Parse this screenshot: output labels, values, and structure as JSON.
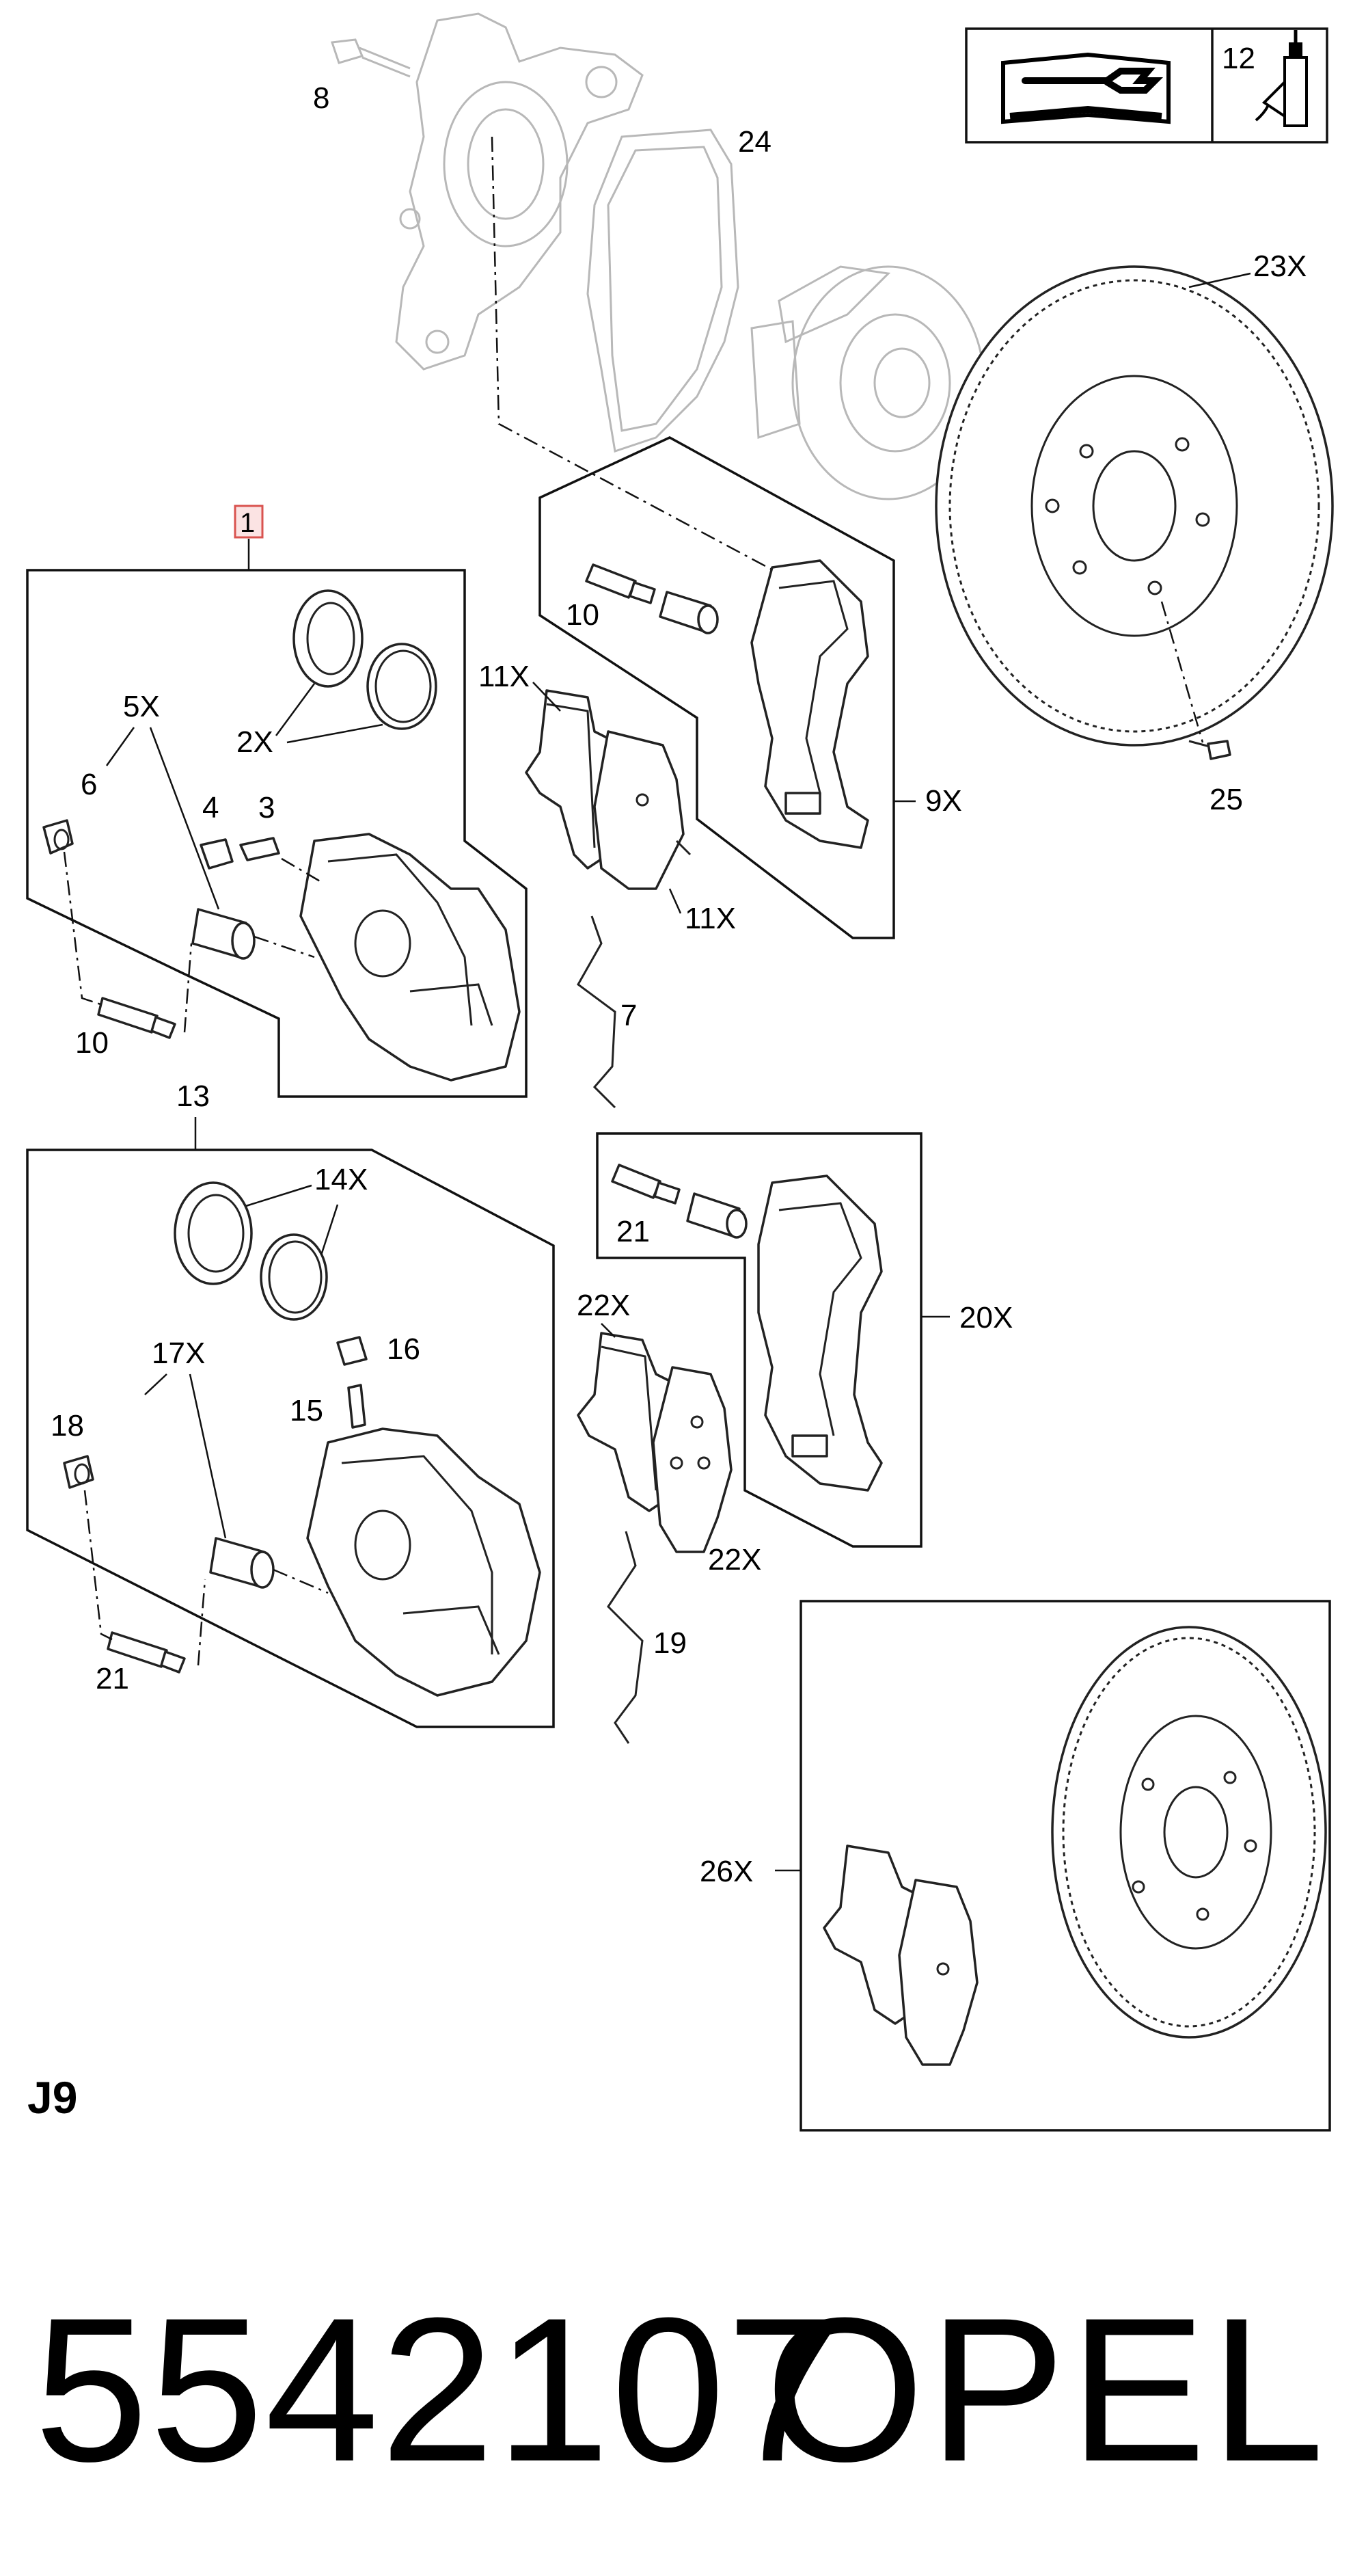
{
  "sheet_code": "J9",
  "part_number": "5542107",
  "brand": "OPEL",
  "highlight_color": "#d9534f",
  "callouts": {
    "c1": "1",
    "c2X": "2X",
    "c3": "3",
    "c4": "4",
    "c5X": "5X",
    "c6": "6",
    "c7": "7",
    "c8": "8",
    "c9X": "9X",
    "c10a": "10",
    "c10b": "10",
    "c11Xa": "11X",
    "c11Xb": "11X",
    "c12": "12",
    "c13": "13",
    "c14X": "14X",
    "c15": "15",
    "c16": "16",
    "c17X": "17X",
    "c18": "18",
    "c19": "19",
    "c20X": "20X",
    "c21a": "21",
    "c21b": "21",
    "c22Xa": "22X",
    "c22Xb": "22X",
    "c23X": "23X",
    "c24": "24",
    "c25": "25",
    "c26X": "26X"
  },
  "icons": {
    "manual": "manual-wrench-icon",
    "adhesive": "adhesive-bottle-icon"
  }
}
